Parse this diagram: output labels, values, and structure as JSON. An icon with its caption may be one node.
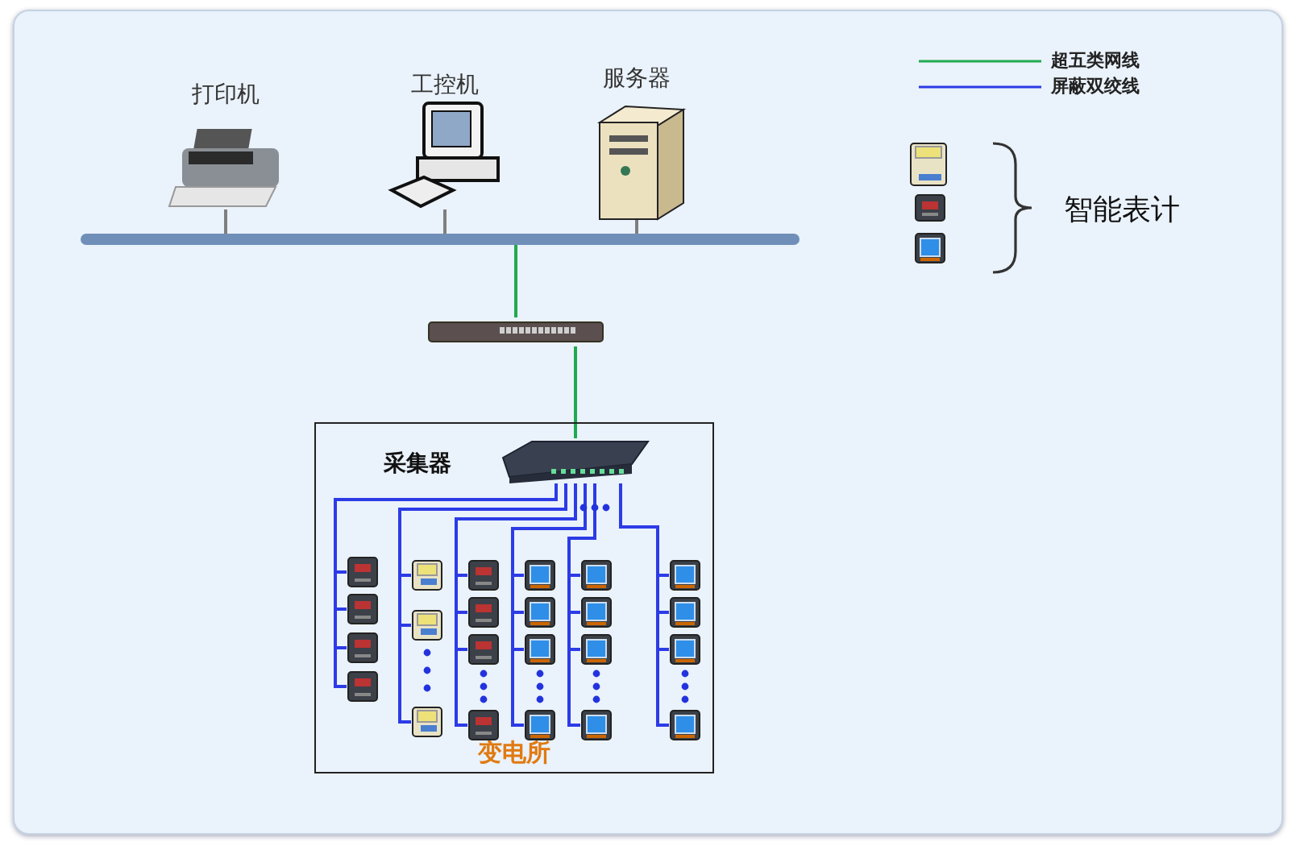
{
  "diagram": {
    "nodes": [
      {
        "text": [
          "打印机"
        ]
      },
      {
        "text": [
          "工控机"
        ]
      },
      {
        "text": [
          "服务器"
        ]
      },
      {
        "text": [],
        "shape": "bar"
      },
      {
        "text": [],
        "shape": "picture"
      },
      {
        "text": [
          "变电所"
        ]
      },
      {
        "text": [
          "采集器"
        ],
        "in": 5
      },
      {
        "text": [],
        "shape": "picture",
        "in": 5
      },
      {
        "text": [],
        "shape": "picture",
        "in": 5
      },
      {
        "text": [],
        "shape": "picture",
        "in": 5
      },
      {
        "text": [],
        "shape": "picture",
        "in": 5
      },
      {
        "text": [],
        "shape": "picture",
        "in": 5
      },
      {
        "text": [],
        "shape": "picture",
        "in": 5
      },
      {
        "text": [],
        "shape": "picture",
        "in": 5
      },
      {
        "text": [],
        "shape": "picture",
        "in": 5
      },
      {
        "text": [],
        "shape": "picture",
        "in": 5
      },
      {
        "text": [],
        "shape": "picture",
        "in": 5
      },
      {
        "text": [],
        "shape": "picture",
        "in": 5
      },
      {
        "text": [],
        "shape": "picture",
        "in": 5
      },
      {
        "text": [],
        "shape": "picture",
        "in": 5
      },
      {
        "text": [],
        "shape": "picture",
        "in": 5
      },
      {
        "text": [],
        "shape": "picture",
        "in": 5
      },
      {
        "text": [],
        "shape": "picture",
        "in": 5
      },
      {
        "text": [],
        "shape": "picture",
        "in": 5
      },
      {
        "text": [],
        "shape": "picture",
        "in": 5
      },
      {
        "text": [],
        "shape": "picture",
        "in": 5
      },
      {
        "text": [],
        "shape": "picture",
        "in": 5
      },
      {
        "text": [],
        "shape": "picture",
        "in": 5
      },
      {
        "text": [],
        "shape": "picture",
        "in": 5
      },
      {
        "text": [],
        "shape": "picture",
        "in": 5
      }
    ],
    "edges": [
      {
        "from": 0,
        "to": 3,
        "arrow": "none",
        "color": "#7f7f7f"
      },
      {
        "from": 1,
        "to": 3,
        "arrow": "none",
        "color": "#7f7f7f"
      },
      {
        "from": 2,
        "to": 3,
        "arrow": "none",
        "color": "#7f7f7f"
      },
      {
        "from": 3,
        "to": 4,
        "arrow": "none",
        "color": "#1faa4f"
      },
      {
        "from": 4,
        "to": 6,
        "arrow": "none",
        "color": "#1faa4f"
      },
      {
        "from": 6,
        "to": 7,
        "arrow": "none"
      },
      {
        "from": 7,
        "to": 8,
        "arrow": "none"
      },
      {
        "from": 8,
        "to": 9,
        "arrow": "none"
      },
      {
        "from": 9,
        "to": 10,
        "arrow": "none"
      },
      {
        "from": 6,
        "to": 11,
        "arrow": "none"
      },
      {
        "from": 11,
        "to": 12,
        "arrow": "none"
      },
      {
        "from": 12,
        "to": 13,
        "arrow": "none"
      },
      {
        "from": 6,
        "to": 14,
        "arrow": "none"
      },
      {
        "from": 14,
        "to": 15,
        "arrow": "none"
      },
      {
        "from": 15,
        "to": 16,
        "arrow": "none"
      },
      {
        "from": 16,
        "to": 17,
        "arrow": "none"
      },
      {
        "from": 6,
        "to": 18,
        "arrow": "none"
      },
      {
        "from": 18,
        "to": 19,
        "arrow": "none"
      },
      {
        "from": 19,
        "to": 20,
        "arrow": "none"
      },
      {
        "from": 20,
        "to": 21,
        "arrow": "none"
      },
      {
        "from": 6,
        "to": 22,
        "arrow": "none"
      },
      {
        "from": 22,
        "to": 23,
        "arrow": "none"
      },
      {
        "from": 23,
        "to": 24,
        "arrow": "none"
      },
      {
        "from": 24,
        "to": 25,
        "arrow": "none"
      },
      {
        "from": 6,
        "to": 26,
        "arrow": "none"
      },
      {
        "from": 26,
        "to": 27,
        "arrow": "none"
      },
      {
        "from": 27,
        "to": 28,
        "arrow": "none"
      },
      {
        "from": 28,
        "to": 29,
        "arrow": "none"
      }
    ],
    "labels": [
      "智能表计"
    ],
    "legend": [
      {
        "text": "超五类网线"
      },
      {
        "text": "屏蔽双绞线"
      }
    ]
  }
}
